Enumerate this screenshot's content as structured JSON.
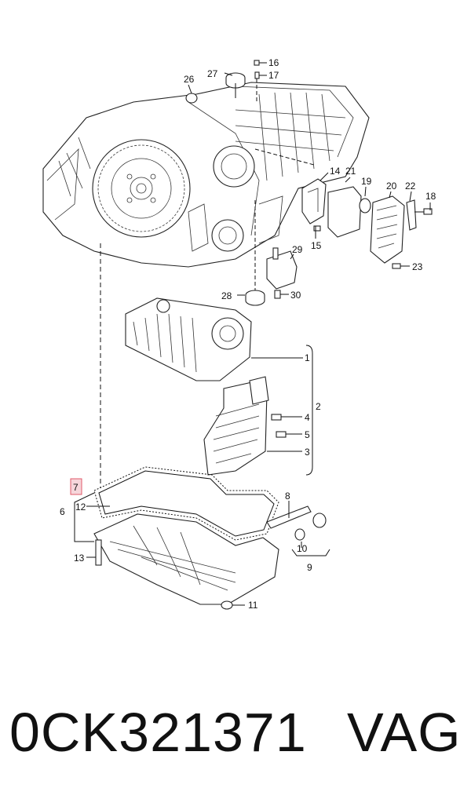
{
  "diagram": {
    "callouts": {
      "c1": "1",
      "c2": "2",
      "c3": "3",
      "c4": "4",
      "c5": "5",
      "c6": "6",
      "c7": "7",
      "c8": "8",
      "c9": "9",
      "c10": "10",
      "c11": "11",
      "c12": "12",
      "c13": "13",
      "c14": "14",
      "c15": "15",
      "c16": "16",
      "c17": "17",
      "c18": "18",
      "c19": "19",
      "c20": "20",
      "c21": "21",
      "c22": "22",
      "c23": "23",
      "c26": "26",
      "c27": "27",
      "c28": "28",
      "c29": "29",
      "c30": "30"
    },
    "highlight_color": "#e05a6a"
  },
  "caption": {
    "part_number": "0CK321371",
    "brand": "VAG"
  }
}
